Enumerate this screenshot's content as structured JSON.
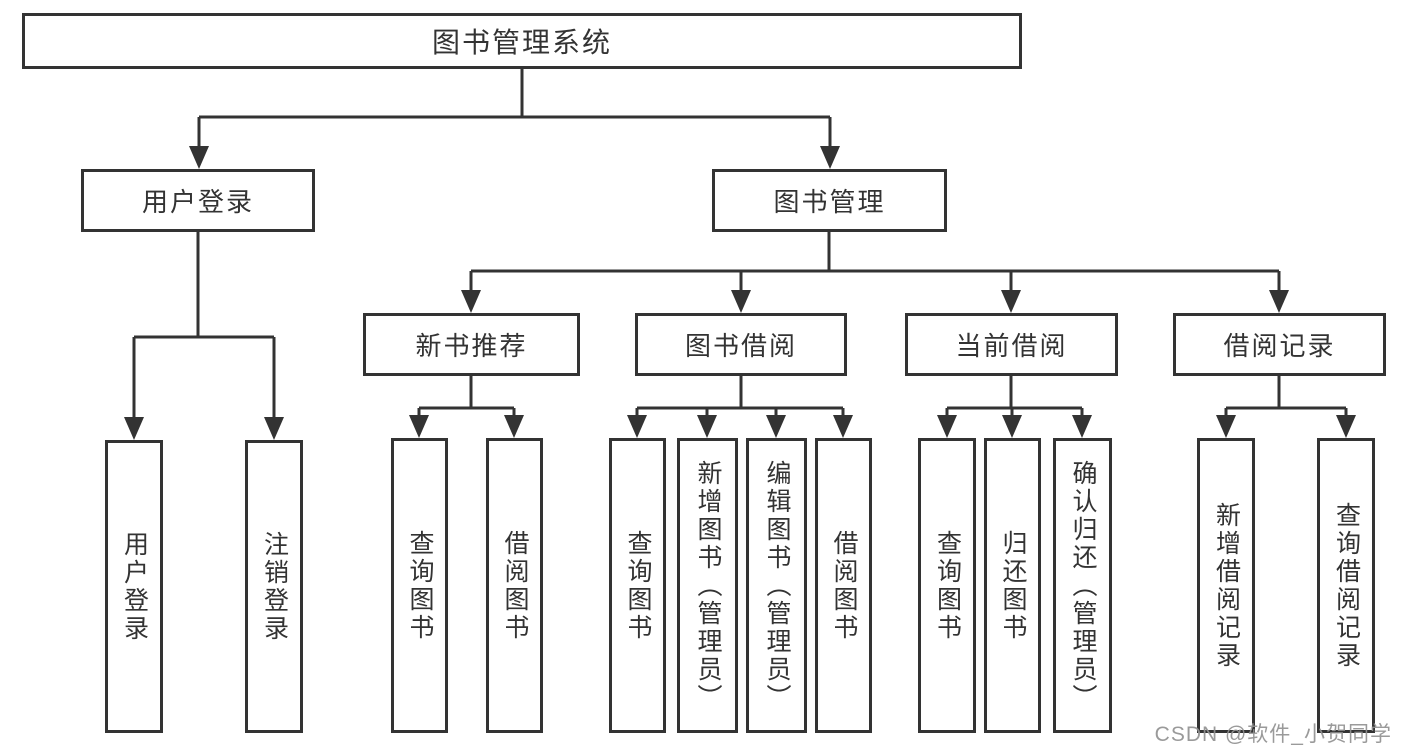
{
  "diagram": {
    "watermark": "CSDN @软件_小贺同学",
    "colors": {
      "line": "#333333",
      "text": "#333333",
      "box_background": "#ffffff",
      "watermark": "#919191",
      "background": "#ffffff"
    },
    "tree": {
      "root": "图书管理系统",
      "children": [
        {
          "label": "用户登录",
          "children": [
            "用户登录",
            "注销登录"
          ]
        },
        {
          "label": "图书管理",
          "children": [
            {
              "label": "新书推荐",
              "children": [
                "查询图书",
                "借阅图书"
              ]
            },
            {
              "label": "图书借阅",
              "children": [
                "查询图书",
                "新增图书（管理员）",
                "编辑图书（管理员）",
                "借阅图书"
              ]
            },
            {
              "label": "当前借阅",
              "children": [
                "查询图书",
                "归还图书",
                "确认归还（管理员）"
              ]
            },
            {
              "label": "借阅记录",
              "children": [
                "新增借阅记录",
                "查询借阅记录"
              ]
            }
          ]
        }
      ]
    }
  }
}
